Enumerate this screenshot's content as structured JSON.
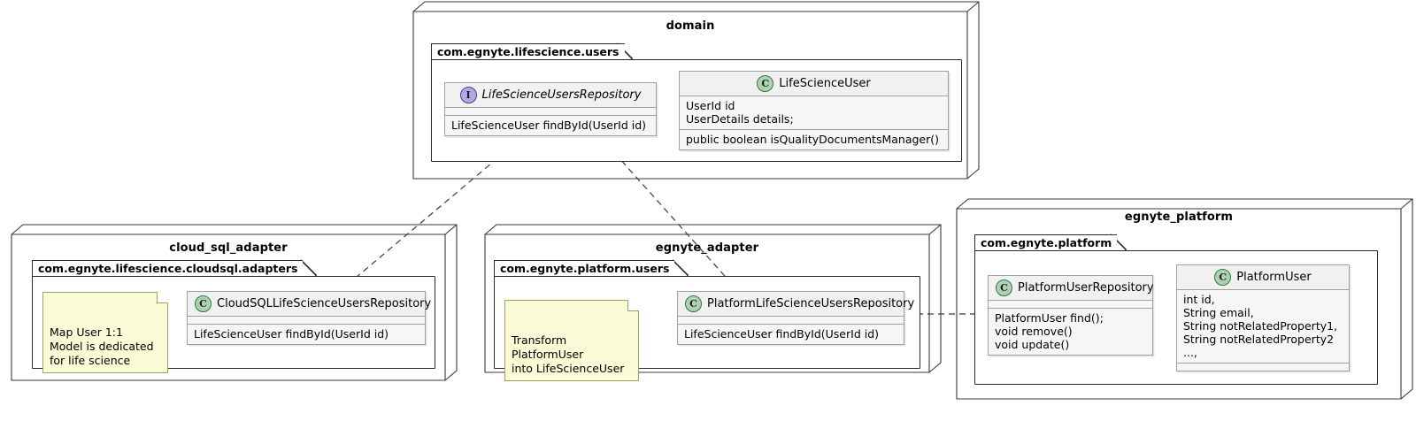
{
  "diagram": {
    "kind": "uml-class-diagram",
    "colors": {
      "class_icon_fill": "#ADD1B2",
      "class_icon_stroke": "#2c7a3f",
      "interface_icon_fill": "#B4A7E5",
      "interface_icon_stroke": "#4b3b92",
      "note_fill": "#FBFBD7",
      "note_stroke": "#A0A063",
      "box_header_fill": "#F1F1F1",
      "box_body_fill": "#F6F6F6",
      "box_stroke": "#A0A0A0",
      "package_stroke": "#2B2B2B",
      "line": "#3A3A3A",
      "background": "#FFFFFF"
    },
    "icons": {
      "class": "C",
      "interface": "I"
    }
  },
  "nodes": {
    "domain": {
      "title": "domain",
      "package": {
        "name": "com.egnyte.lifescience.users"
      },
      "interface": {
        "icon": "interface-icon",
        "name": "LifeScienceUsersRepository",
        "attributes": "",
        "methods": "LifeScienceUser findById(UserId id)"
      },
      "class": {
        "icon": "class-icon",
        "name": "LifeScienceUser",
        "attributes": "UserId id\nUserDetails details;",
        "methods": "public boolean isQualityDocumentsManager()"
      }
    },
    "cloud_sql_adapter": {
      "title": "cloud_sql_adapter",
      "package": {
        "name": "com.egnyte.lifescience.cloudsql.adapters"
      },
      "note": {
        "text": "Map User 1:1\nModel is dedicated\nfor life science"
      },
      "class": {
        "icon": "class-icon",
        "name": "CloudSQLLifeScienceUsersRepository",
        "attributes": "",
        "methods": "LifeScienceUser findById(UserId id)"
      }
    },
    "egnyte_adapter": {
      "title": "egnyte_adapter",
      "package": {
        "name": "com.egnyte.platform.users"
      },
      "note": {
        "text": "Transform PlatformUser\ninto LifeScienceUser"
      },
      "class": {
        "icon": "class-icon",
        "name": "PlatformLifeScienceUsersRepository",
        "attributes": "",
        "methods": "LifeScienceUser findById(UserId id)"
      }
    },
    "egnyte_platform": {
      "title": "egnyte_platform",
      "package": {
        "name": "com.egnyte.platform"
      },
      "repository": {
        "icon": "class-icon",
        "name": "PlatformUserRepository",
        "attributes": "",
        "methods": "PlatformUser find();\nvoid remove()\nvoid update()"
      },
      "user": {
        "icon": "class-icon",
        "name": "PlatformUser",
        "attributes": "int id,\nString email,\nString notRelatedProperty1,\nString notRelatedProperty2\n...,",
        "methods": ""
      }
    }
  },
  "relations": [
    {
      "id": "rel-cloudsql-implements",
      "type": "realization",
      "from": "CloudSQLLifeScienceUsersRepository",
      "to": "LifeScienceUsersRepository",
      "style": "dashed",
      "arrowhead": "hollow-triangle"
    },
    {
      "id": "rel-platform-implements",
      "type": "realization",
      "from": "PlatformLifeScienceUsersRepository",
      "to": "LifeScienceUsersRepository",
      "style": "dashed",
      "arrowhead": "hollow-triangle"
    },
    {
      "id": "rel-platformuser-uses",
      "type": "dependency",
      "from": "PlatformUser",
      "to": "PlatformUserRepository",
      "style": "dashed",
      "arrowhead": "open-arrow"
    },
    {
      "id": "rel-repo-to-adapter",
      "type": "dependency",
      "from": "PlatformUserRepository",
      "to": "PlatformLifeScienceUsersRepository",
      "style": "dashed",
      "arrowhead": "open-arrow"
    }
  ]
}
